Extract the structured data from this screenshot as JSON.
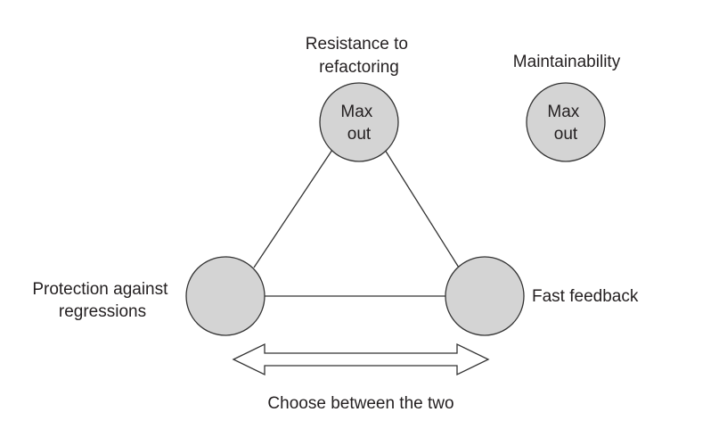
{
  "nodes": {
    "resistance": {
      "label_lines": [
        "Resistance to",
        "refactoring"
      ],
      "inner_lines": [
        "Max",
        "out"
      ]
    },
    "maintainability": {
      "label_lines": [
        "Maintainability"
      ],
      "inner_lines": [
        "Max",
        "out"
      ]
    },
    "protection": {
      "label_lines": [
        "Protection against",
        "regressions"
      ]
    },
    "fast_feedback": {
      "label_lines": [
        "Fast feedback"
      ]
    }
  },
  "choice_caption": "Choose between the two",
  "colors": {
    "node_fill": "#d4d4d4",
    "stroke": "#333333",
    "text": "#231f20"
  }
}
